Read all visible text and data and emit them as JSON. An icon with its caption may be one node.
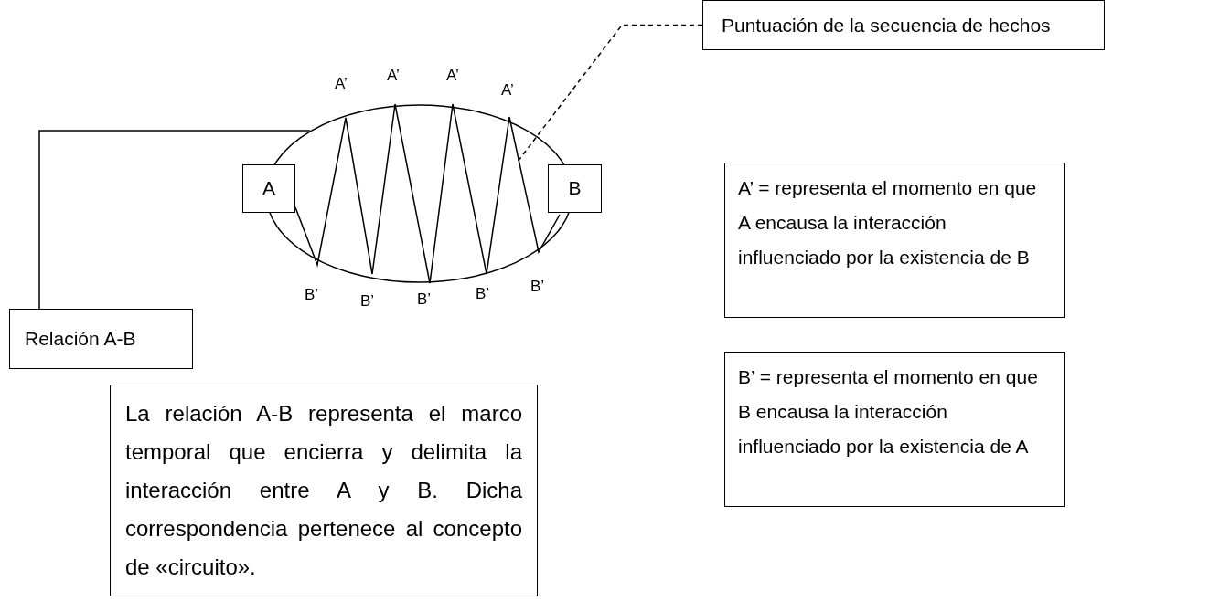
{
  "diagram": {
    "nodes": [
      {
        "text": [],
        "shape": "ellipse"
      },
      {
        "text": [
          "A"
        ]
      },
      {
        "text": [],
        "shape": "zigzag",
        "in": 0
      },
      {
        "text": [
          "B"
        ]
      },
      {
        "text": [
          "Puntuación de la secuencia de hechos"
        ]
      },
      {
        "text": [
          "Relación A-B"
        ]
      },
      {
        "text": [
          "La relación A-B representa el marco temporal que encierra y delimita la interacción entre A y B. Dicha correspondencia pertenece al concepto de «circuito»."
        ]
      },
      {
        "text": [
          "A’ = representa el momento en que A encausa la interacción influenciado por la existencia de B"
        ]
      },
      {
        "text": [
          "B’ = representa el momento en que B encausa la interacción influenciado por la existencia de A"
        ]
      }
    ],
    "edges": [
      {
        "from": 4,
        "to": 2,
        "arrow": "none",
        "style": "dashed"
      },
      {
        "from": 5,
        "to": 0,
        "arrow": "none"
      }
    ],
    "labels": [
      "A’",
      "A’",
      "A’",
      "A’",
      "B’",
      "B’",
      "B’",
      "B’",
      "B’"
    ]
  }
}
